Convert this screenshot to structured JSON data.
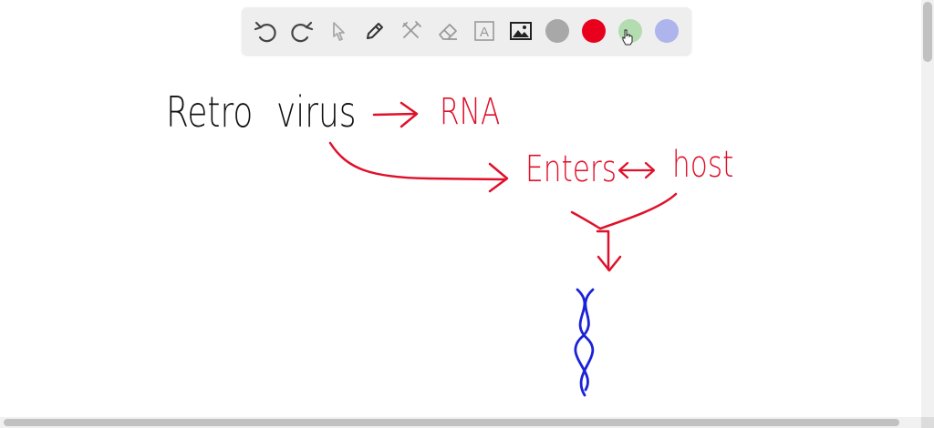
{
  "toolbar": {
    "tools": [
      {
        "name": "undo-button",
        "icon": "undo-icon"
      },
      {
        "name": "redo-button",
        "icon": "redo-icon"
      },
      {
        "name": "select-button",
        "icon": "pointer-icon"
      },
      {
        "name": "pen-button",
        "icon": "pencil-icon"
      },
      {
        "name": "tools-button",
        "icon": "tools-icon"
      },
      {
        "name": "eraser-button",
        "icon": "eraser-icon"
      },
      {
        "name": "text-button",
        "icon": "text-box-icon"
      },
      {
        "name": "image-button",
        "icon": "image-icon"
      }
    ],
    "text_tool_label": "A",
    "colors": [
      "#a8a8a8",
      "#e8001c",
      "#b3dcb0",
      "#aeb4ec"
    ]
  },
  "canvas": {
    "ink_black": "#111111",
    "ink_red": "#e0102a",
    "ink_blue": "#1b22d8",
    "words": {
      "retro": "Retro",
      "virus": "virus",
      "rna": "RNA",
      "enters": "Enters",
      "host": "host"
    }
  }
}
